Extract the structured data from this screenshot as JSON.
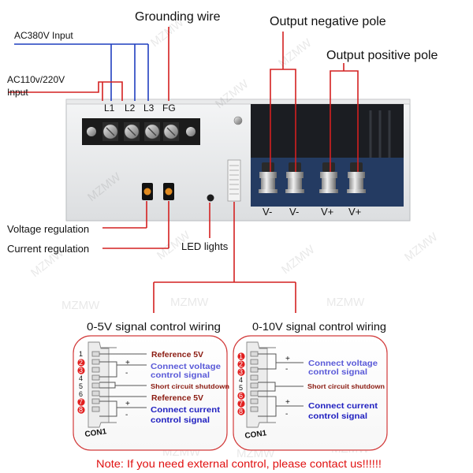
{
  "callouts": {
    "grounding_wire": "Grounding wire",
    "output_negative_pole": "Output negative pole",
    "output_positive_pole": "Output positive pole",
    "ac380v_input": "AC380V Input",
    "ac110v_220v_input_line1": "AC110v/220V",
    "ac110v_220v_input_line2": "Input",
    "voltage_regulation": "Voltage regulation",
    "current_regulation": "Current regulation",
    "led_lights": "LED lights"
  },
  "terminal_labels": {
    "input": [
      "L1",
      "L2",
      "L3",
      "FG"
    ],
    "output": [
      "V-",
      "V-",
      "V+",
      "V+"
    ]
  },
  "panel_left": {
    "title": "0-5V signal control wiring",
    "pins": [
      "1",
      "2",
      "3",
      "4",
      "5",
      "6",
      "7",
      "8"
    ],
    "red_pins": [
      "2",
      "3",
      "7",
      "8"
    ],
    "connector_label": "CON1",
    "notes": {
      "reference_5v_top": "Reference 5V",
      "connect_voltage_line1": "Connect voltage",
      "connect_voltage_line2": "control signal",
      "short_circuit": "Short circuit shutdown",
      "reference_5v_bottom": "Reference 5V",
      "connect_current_line1": "Connect current",
      "connect_current_line2": "control signal",
      "plus_top": "+",
      "minus_top": "-",
      "plus_bottom": "+",
      "minus_bottom": "-"
    }
  },
  "panel_right": {
    "title": "0-10V signal control wiring",
    "pins": [
      "1",
      "2",
      "3",
      "4",
      "5",
      "6",
      "7",
      "8"
    ],
    "red_pins": [
      "1",
      "2",
      "3",
      "6",
      "7",
      "8"
    ],
    "connector_label": "CON1",
    "notes": {
      "connect_voltage_line1": "Connect voltage",
      "connect_voltage_line2": "control signal",
      "short_circuit": "Short circuit shutdown",
      "connect_current_line1": "Connect current",
      "connect_current_line2": "control signal",
      "plus_top": "+",
      "minus_top": "-",
      "plus_bottom": "+",
      "minus_bottom": "-"
    }
  },
  "note": "Note: If you need external control, please contact us!!!!!!",
  "watermark": "MZMW",
  "colors": {
    "wire_blue": "#1f3fbf",
    "wire_red": "#d42020",
    "text_dark_red": "#8a1a10",
    "note_red": "#e01010",
    "voltage_blue": "#5a5ad8",
    "current_blue": "#2020c0"
  }
}
